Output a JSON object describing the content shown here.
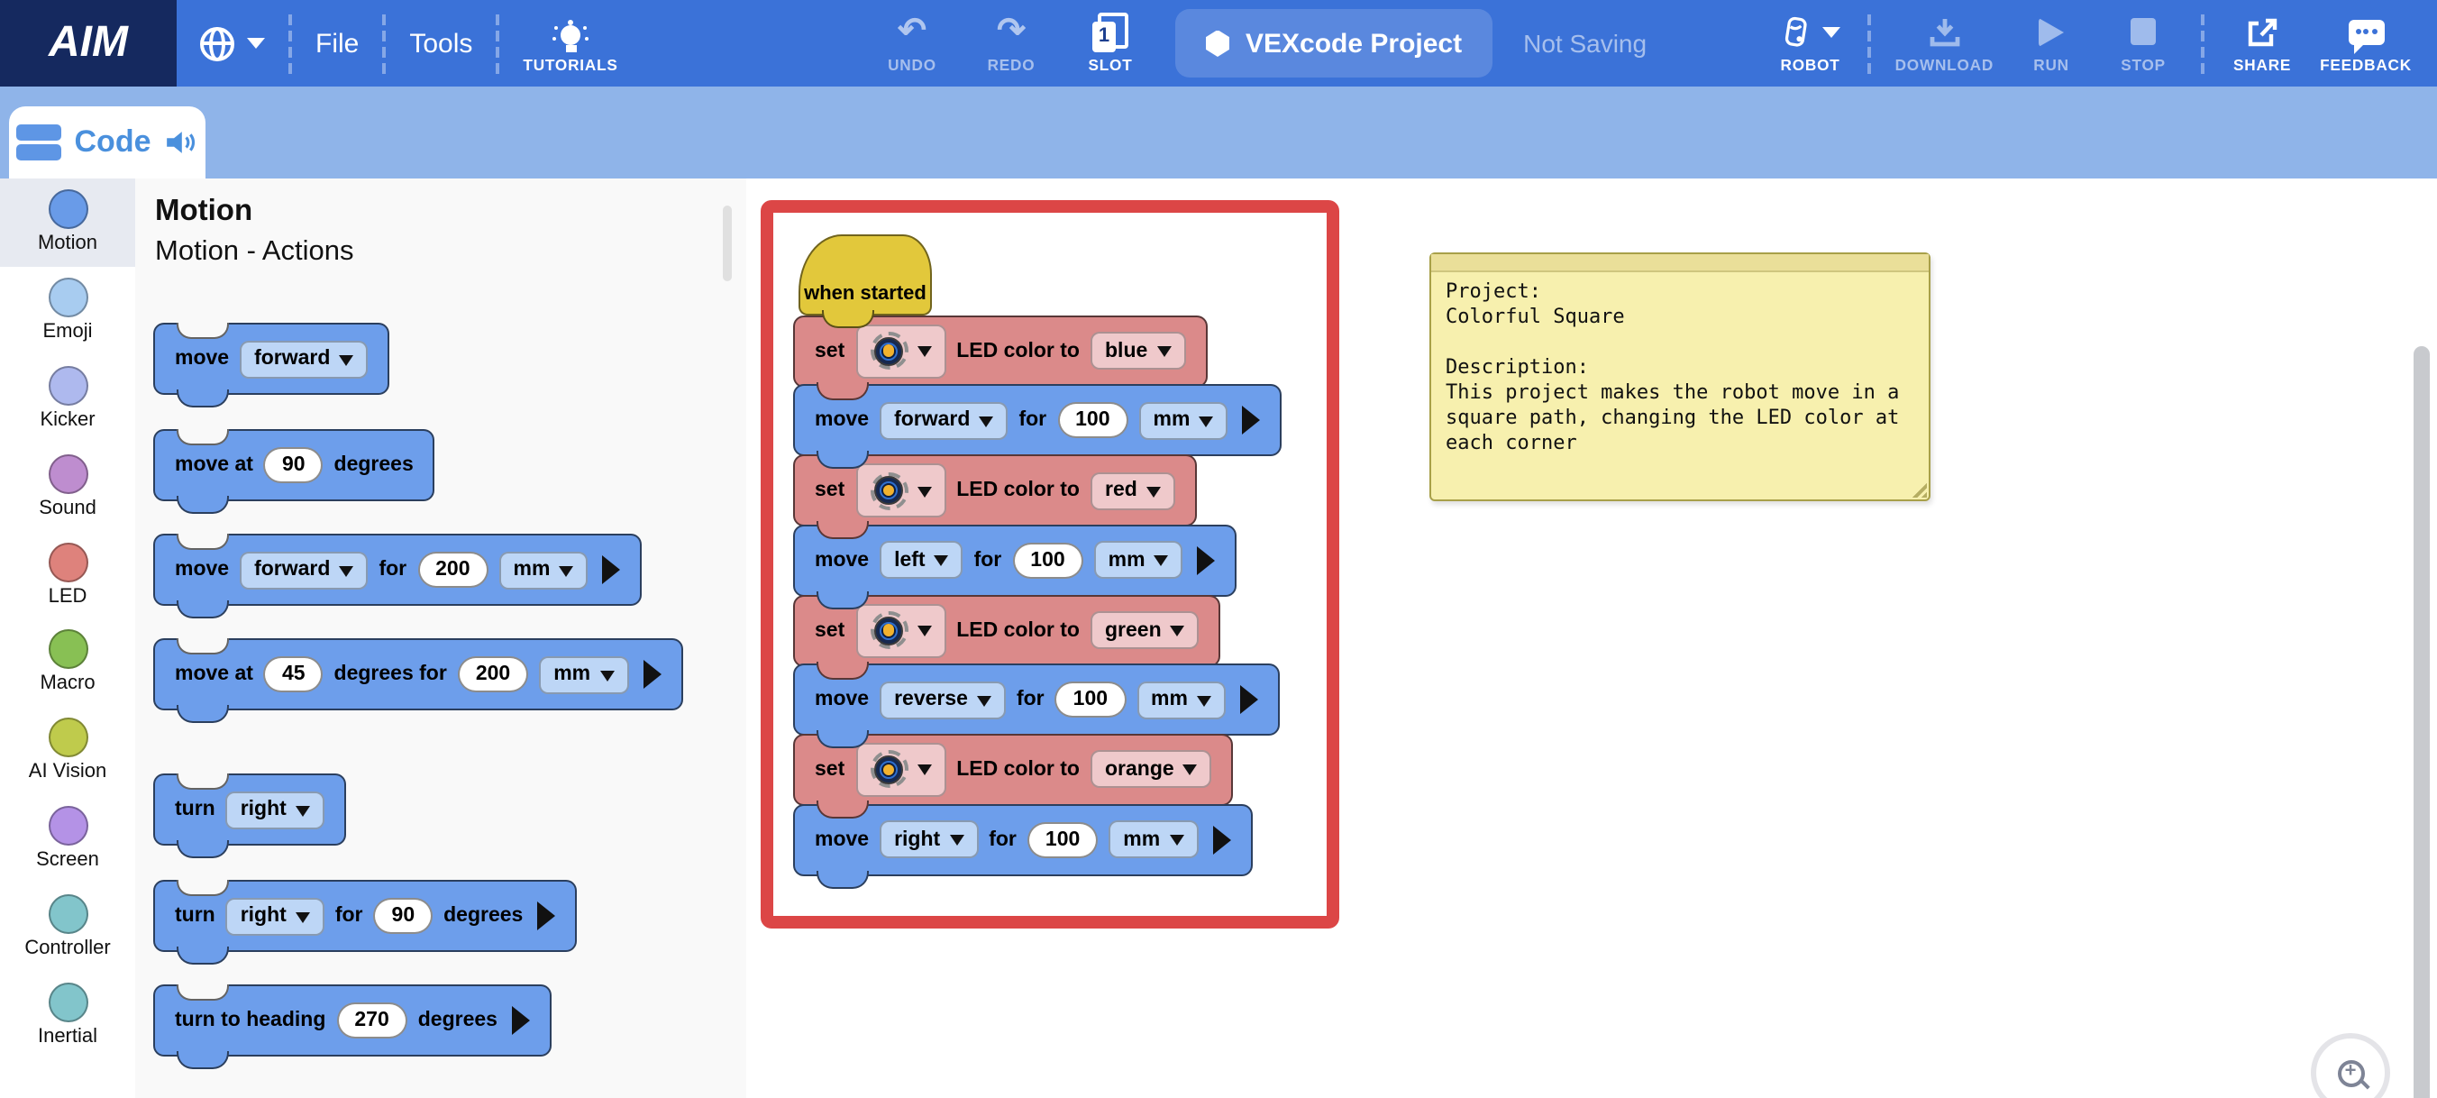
{
  "colors": {
    "header_bg": "#3B72D8",
    "logo_bg": "#15295F",
    "toolbar_bg": "#8FB4E9",
    "panel_bg": "#F9F9F9",
    "workspace_bg": "#FFFFFF",
    "block_blue": "#6D9EEB",
    "block_blue_field": "#BDD6F6",
    "block_red": "#DB8A8A",
    "block_red_field": "#EFC9CB",
    "hat_yellow": "#E2C83B",
    "highlight_frame_red": "#DC4646",
    "note_bg": "#F7F0AE",
    "note_header": "#EADF99",
    "note_border": "#A8A049",
    "selected_category_bg": "#E7EAF1"
  },
  "header": {
    "logo": "AIM",
    "file_label": "File",
    "tools_label": "Tools",
    "tutorials_label": "TUTORIALS",
    "undo_label": "UNDO",
    "undo_icon": "↶",
    "redo_label": "REDO",
    "redo_icon": "↷",
    "slot_label": "SLOT",
    "slot_number": "1",
    "project_name": "VEXcode Project",
    "save_status": "Not Saving",
    "robot_label": "ROBOT",
    "download_label": "DOWNLOAD",
    "run_label": "RUN",
    "stop_label": "STOP",
    "share_label": "SHARE",
    "feedback_label": "FEEDBACK"
  },
  "toolbar": {
    "tab_label": "Code",
    "code_glyph": "<>",
    "help_glyph": "?"
  },
  "sidebar": {
    "items": [
      {
        "label": "Motion",
        "color": "#699BE8",
        "selected": true
      },
      {
        "label": "Emoji",
        "color": "#A8CCF0",
        "selected": false
      },
      {
        "label": "Kicker",
        "color": "#AEB9EE",
        "selected": false
      },
      {
        "label": "Sound",
        "color": "#BE8DCF",
        "selected": false
      },
      {
        "label": "LED",
        "color": "#DE827C",
        "selected": false
      },
      {
        "label": "Macro",
        "color": "#88C054",
        "selected": false
      },
      {
        "label": "AI Vision",
        "color": "#BFCB4C",
        "selected": false
      },
      {
        "label": "Screen",
        "color": "#B492E6",
        "selected": false
      },
      {
        "label": "Controller",
        "color": "#82C5CB",
        "selected": false
      },
      {
        "label": "Inertial",
        "color": "#82C5CB",
        "selected": false
      }
    ]
  },
  "palette": {
    "title": "Motion",
    "subtitle": "Motion - Actions",
    "blocks": [
      {
        "t1": "move",
        "dd1": "forward"
      },
      {
        "t1": "move at",
        "n1": "90",
        "t2": "degrees"
      },
      {
        "t1": "move",
        "dd1": "forward",
        "t2": "for",
        "n1": "200",
        "dd2": "mm"
      },
      {
        "t1": "move at",
        "n1": "45",
        "t2": "degrees for",
        "n2": "200",
        "dd2": "mm"
      },
      {
        "t1": "turn",
        "dd1": "right"
      },
      {
        "t1": "turn",
        "dd1": "right",
        "t2": "for",
        "n1": "90",
        "t3": "degrees"
      },
      {
        "t1": "turn to heading",
        "n1": "270",
        "t2": "degrees"
      }
    ]
  },
  "workspace": {
    "hat_label": "when started",
    "script": [
      {
        "t1": "set",
        "t2": "LED color to",
        "dd_color": "blue"
      },
      {
        "t1": "move",
        "dd_dir": "forward",
        "t2": "for",
        "n": "100",
        "dd_unit": "mm"
      },
      {
        "t1": "set",
        "t2": "LED color to",
        "dd_color": "red"
      },
      {
        "t1": "move",
        "dd_dir": "left",
        "t2": "for",
        "n": "100",
        "dd_unit": "mm"
      },
      {
        "t1": "set",
        "t2": "LED color to",
        "dd_color": "green"
      },
      {
        "t1": "move",
        "dd_dir": "reverse",
        "t2": "for",
        "n": "100",
        "dd_unit": "mm"
      },
      {
        "t1": "set",
        "t2": "LED color to",
        "dd_color": "orange"
      },
      {
        "t1": "move",
        "dd_dir": "right",
        "t2": "for",
        "n": "100",
        "dd_unit": "mm"
      }
    ],
    "comment_text": "Project:\nColorful Square\n\nDescription:\nThis project makes the robot move in a\nsquare path, changing the LED color at\neach corner"
  }
}
